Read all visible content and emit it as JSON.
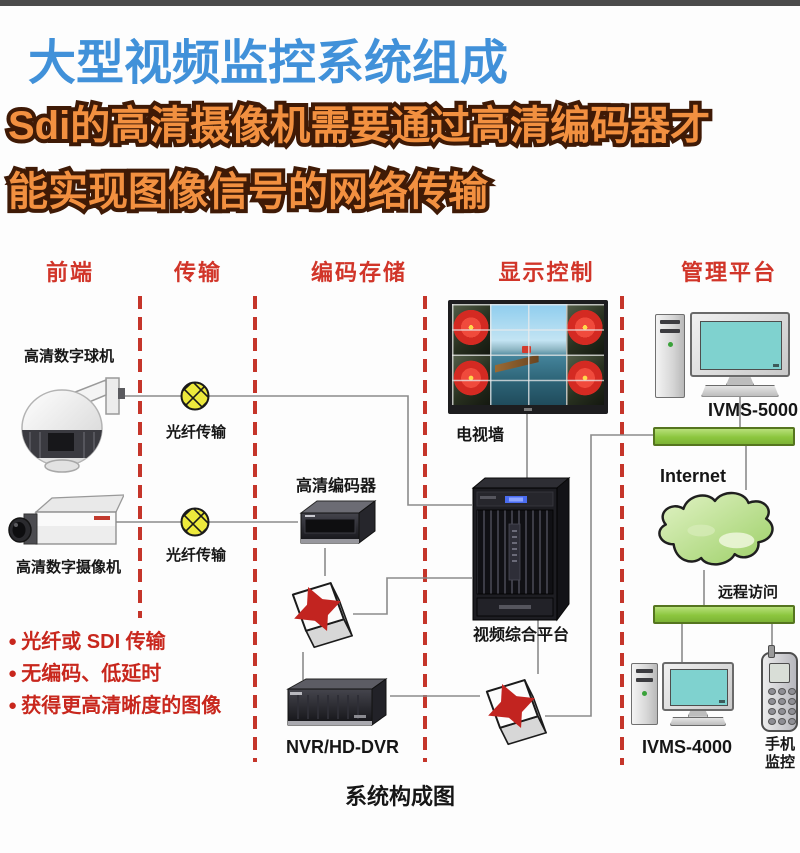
{
  "header": {
    "title": "大型视频监控系统组成",
    "subtitle_line1": "Sdi的高清摄像机需要通过高清编码器才",
    "subtitle_line2": "能实现图像信号的网络传输"
  },
  "columns": [
    "前端",
    "传输",
    "编码存储",
    "显示控制",
    "管理平台"
  ],
  "labels": {
    "dome_camera": "高清数字球机",
    "box_camera": "高清数字摄像机",
    "fiber_1": "光纤传输",
    "fiber_2": "光纤传输",
    "encoder": "高清编码器",
    "nvr": "NVR/HD-DVR",
    "tv_wall": "电视墙",
    "platform": "视频综合平台",
    "ivms5000": "IVMS-5000",
    "internet": "Internet",
    "remote_access": "远程访问",
    "ivms4000": "IVMS-4000",
    "phone_line1": "手机",
    "phone_line2": "监控"
  },
  "bullets": [
    "光纤或 SDI 传输",
    "无编码、低延时",
    "获得更高清晰度的图像"
  ],
  "caption": "系统构成图",
  "colors": {
    "title_blue": "#4191d9",
    "subtitle_orange": "#f29040",
    "subtitle_outline": "#3f1a06",
    "accent_red": "#d13529",
    "hub_green": "#8cc63f",
    "screen_teal": "#7fd2cf",
    "fiber_yellow": "#ede93c",
    "arrow_red": "#c22420",
    "line_gray": "#8b8b8b"
  }
}
